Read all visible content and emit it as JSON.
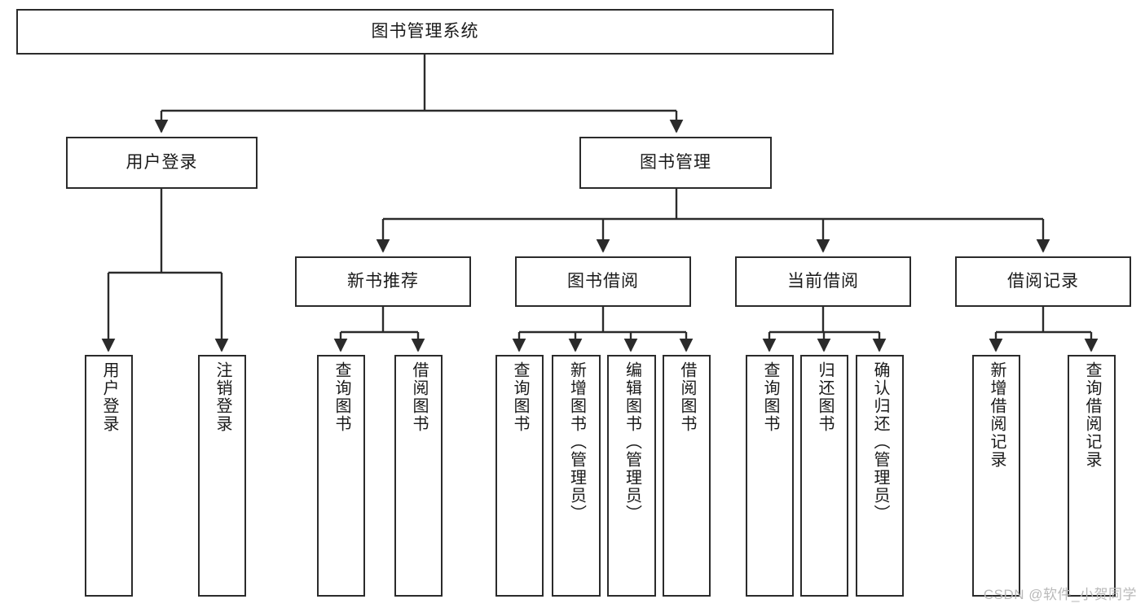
{
  "diagram": {
    "title": "图书管理系统",
    "type": "hierarchy-tree",
    "root": {
      "label": "图书管理系统"
    },
    "level2": [
      {
        "id": "user-login",
        "label": "用户登录"
      },
      {
        "id": "book-management",
        "label": "图书管理"
      }
    ],
    "level3": [
      {
        "id": "new-book-recommend",
        "label": "新书推荐",
        "parent": "book-management"
      },
      {
        "id": "book-borrow",
        "label": "图书借阅",
        "parent": "book-management"
      },
      {
        "id": "current-borrow",
        "label": "当前借阅",
        "parent": "book-management"
      },
      {
        "id": "borrow-record",
        "label": "借阅记录",
        "parent": "book-management"
      }
    ],
    "leaves": [
      {
        "id": "leaf-user-login",
        "label": "用户登录",
        "parent": "user-login"
      },
      {
        "id": "leaf-logout",
        "label": "注销登录",
        "parent": "user-login"
      },
      {
        "id": "leaf-query-book-1",
        "label": "查询图书",
        "parent": "new-book-recommend"
      },
      {
        "id": "leaf-borrow-book-1",
        "label": "借阅图书",
        "parent": "new-book-recommend"
      },
      {
        "id": "leaf-query-book-2",
        "label": "查询图书",
        "parent": "book-borrow"
      },
      {
        "id": "leaf-add-book",
        "label": "新增图书（管理员）",
        "parent": "book-borrow"
      },
      {
        "id": "leaf-edit-book",
        "label": "编辑图书（管理员）",
        "parent": "book-borrow"
      },
      {
        "id": "leaf-borrow-book-2",
        "label": "借阅图书",
        "parent": "book-borrow"
      },
      {
        "id": "leaf-query-book-3",
        "label": "查询图书",
        "parent": "current-borrow"
      },
      {
        "id": "leaf-return-book",
        "label": "归还图书",
        "parent": "current-borrow"
      },
      {
        "id": "leaf-confirm-return",
        "label": "确认归还（管理员）",
        "parent": "current-borrow"
      },
      {
        "id": "leaf-add-record",
        "label": "新增借阅记录",
        "parent": "borrow-record"
      },
      {
        "id": "leaf-query-record",
        "label": "查询借阅记录",
        "parent": "borrow-record"
      }
    ],
    "watermark": "CSDN @软件_小贺同学",
    "colors": {
      "stroke": "#2b2b2b",
      "fill": "#ffffff",
      "text": "#1a1a1a",
      "watermark": "#b9b9b9"
    }
  }
}
